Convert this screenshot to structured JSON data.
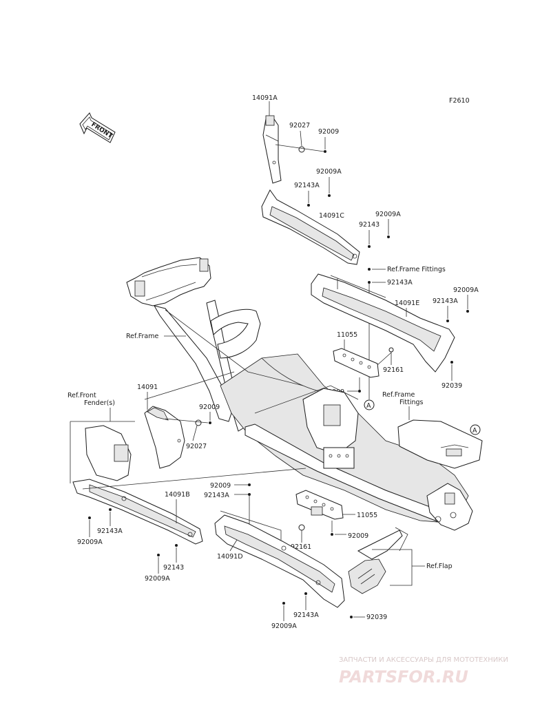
{
  "figure_code": "F2610",
  "front_badge": "FRONT",
  "labels": {
    "p14091A": "14091A",
    "p92027_top": "92027",
    "p92009_top": "92009",
    "p92009A_1": "92009A",
    "p92143A_1": "92143A",
    "p14091C": "14091C",
    "p92009A_2": "92009A",
    "p92143_1": "92143",
    "ref_frame_fittings_top": "Ref.Frame Fittings",
    "p92143A_2": "92143A",
    "p92009A_3": "92009A",
    "p92143A_3": "92143A",
    "p14091E": "14091E",
    "ref_frame": "Ref.Frame",
    "p11055_top": "11055",
    "p92161_top": "92161",
    "p92039_top": "92039",
    "p92009_mid": "92009",
    "ref_frame_fittings_2a": "Ref.Frame",
    "ref_frame_fittings_2b": "Fittings",
    "p14091": "14091",
    "p92009_left": "92009",
    "p92027_left": "92027",
    "ref_front_fender_a": "Ref.Front",
    "ref_front_fender_b": "Fender(s)",
    "p14091B": "14091B",
    "p92143A_4": "92143A",
    "p92009A_4": "92009A",
    "p92143_2": "92143",
    "p92009A_5": "92009A",
    "p92009_low": "92009",
    "p92143A_5": "92143A",
    "p11055_low": "11055",
    "p92161_low": "92161",
    "p92009_low2": "92009",
    "p14091D": "14091D",
    "ref_flap": "Ref.Flap",
    "p92143A_6": "92143A",
    "p92039_low": "92039",
    "p92009A_6": "92009A",
    "callout_a": "A"
  },
  "watermark": {
    "tagline": "ЗАПЧАСТИ И АКСЕССУАРЫ ДЛЯ МОТОТЕХНИКИ",
    "brand": "PARTSFOR.RU"
  }
}
